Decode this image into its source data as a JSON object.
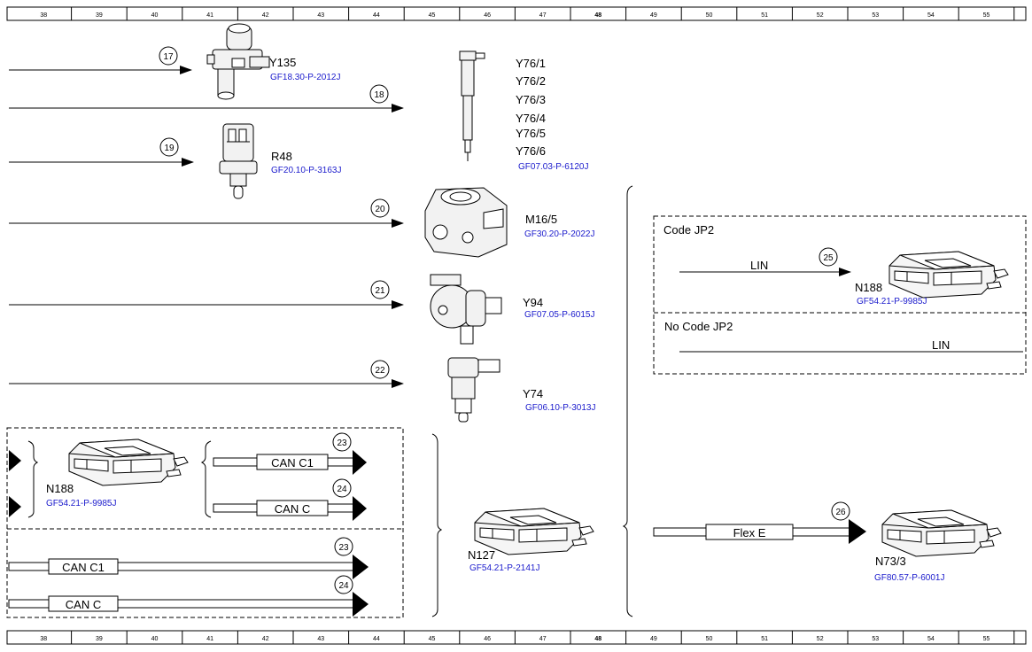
{
  "ruler": {
    "numbers": [
      "38",
      "39",
      "40",
      "41",
      "42",
      "43",
      "44",
      "45",
      "46",
      "47",
      "48",
      "49",
      "50",
      "51",
      "52",
      "53",
      "54",
      "55"
    ],
    "bold_index": 10
  },
  "components": {
    "y135": {
      "name": "Y135",
      "ref": "GF18.30-P-2012J"
    },
    "r48": {
      "name": "R48",
      "ref": "GF20.10-P-3163J"
    },
    "y76": {
      "names": [
        "Y76/1",
        "Y76/2",
        "Y76/3",
        "Y76/4",
        "Y76/5",
        "Y76/6"
      ],
      "ref": "GF07.03-P-6120J"
    },
    "m16": {
      "name": "M16/5",
      "ref": "GF30.20-P-2022J"
    },
    "y94": {
      "name": "Y94",
      "ref": "GF07.05-P-6015J"
    },
    "y74": {
      "name": "Y74",
      "ref": "GF06.10-P-3013J"
    },
    "n188_right": {
      "name": "N188",
      "ref": "GF54.21-P-9985J"
    },
    "n188_left": {
      "name": "N188",
      "ref": "GF54.21-P-9985J"
    },
    "n127": {
      "name": "N127",
      "ref": "GF54.21-P-2141J"
    },
    "n73": {
      "name": "N73/3",
      "ref": "GF80.57-P-6001J"
    }
  },
  "markers": {
    "m17": "17",
    "m18": "18",
    "m19": "19",
    "m20": "20",
    "m21": "21",
    "m22": "22",
    "m23a": "23",
    "m24a": "24",
    "m23b": "23",
    "m24b": "24",
    "m25": "25",
    "m26": "26"
  },
  "buses": {
    "can_c1_a": "CAN C1",
    "can_c_a": "CAN C",
    "can_c1_b": "CAN C1",
    "can_c_b": "CAN C",
    "lin_a": "LIN",
    "lin_b": "LIN",
    "flex_e": "Flex E"
  },
  "codes": {
    "code_jp2": "Code JP2",
    "no_code_jp2": "No Code JP2"
  }
}
